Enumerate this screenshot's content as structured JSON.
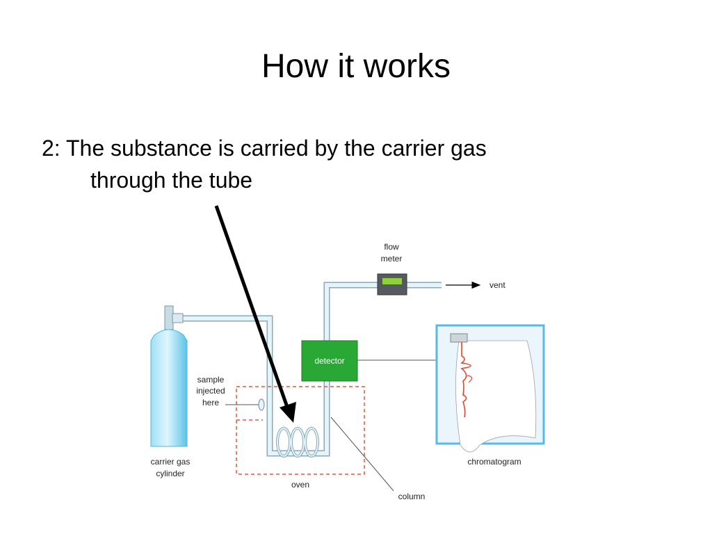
{
  "slide": {
    "title": "How it works",
    "bullet_line1": "2: The substance is carried by the carrier gas",
    "bullet_line2": "through the tube"
  },
  "diagram": {
    "labels": {
      "flow": "flow",
      "meter": "meter",
      "vent": "vent",
      "detector": "detector",
      "sample": "sample",
      "injected": "injected",
      "here": "here",
      "carrier_gas": "carrier gas",
      "cylinder": "cylinder",
      "oven": "oven",
      "column": "column",
      "chromatogram": "chromatogram"
    },
    "colors": {
      "cylinder": "#7fd3f0",
      "tube": "#cfe9f5",
      "detector": "#2aa835",
      "oven_border": "#e05a3a",
      "chromatogram_frame": "#57b9e6",
      "trace": "#e2462e",
      "arrow": "#000000"
    }
  }
}
